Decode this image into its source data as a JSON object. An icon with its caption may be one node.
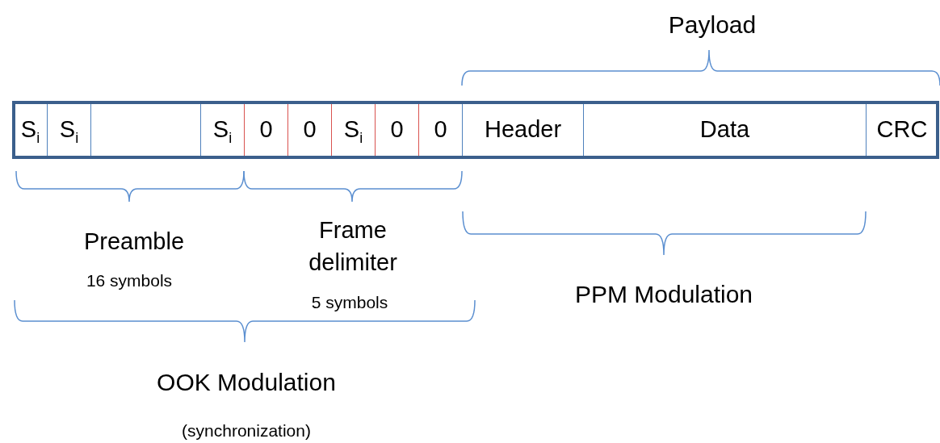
{
  "diagram": {
    "nodes": [
      {
        "text": [],
        "shape": "bar"
      },
      {
        "text": [
          "S$_{i}$"
        ],
        "in": 0
      },
      {
        "text": [
          "S$_{i}$"
        ],
        "in": 0
      },
      {
        "text": [],
        "shape": "box",
        "in": 0
      },
      {
        "text": [
          "S$_{i}$"
        ],
        "in": 0
      },
      {
        "text": [
          "0"
        ],
        "in": 0
      },
      {
        "text": [
          "0"
        ],
        "in": 0
      },
      {
        "text": [
          "S$_{i}$"
        ],
        "in": 0
      },
      {
        "text": [
          "0"
        ],
        "in": 0
      },
      {
        "text": [
          "0"
        ],
        "in": 0
      },
      {
        "text": [
          "Header"
        ],
        "in": 0
      },
      {
        "text": [
          "Data"
        ],
        "in": 0
      },
      {
        "text": [
          "CRC"
        ],
        "in": 0
      }
    ],
    "labels": [
      "Payload",
      "Preamble",
      "Frame delimiter",
      "16 symbols",
      "5 symbols",
      "PPM Modulation",
      "OOK Modulation",
      "(synchronization)"
    ]
  }
}
